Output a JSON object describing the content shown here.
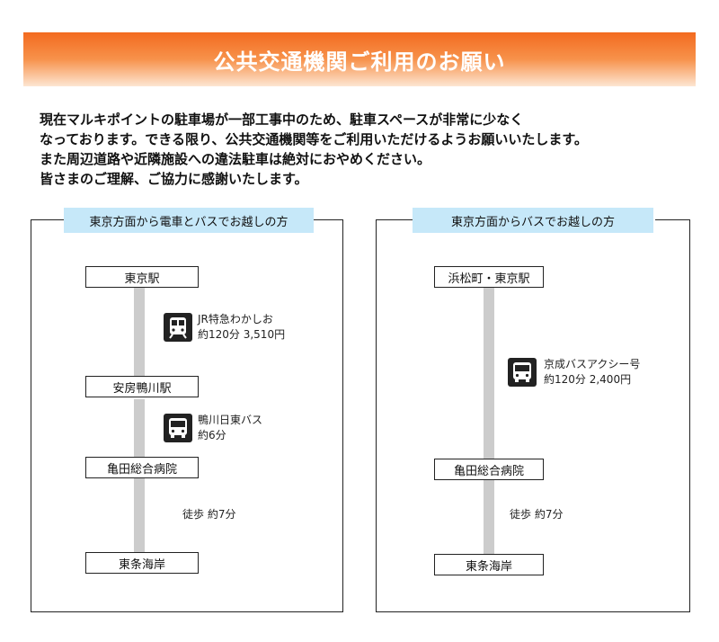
{
  "header": {
    "title": "公共交通機関ご利用のお願い"
  },
  "intro": {
    "lines": [
      "現在マルキポイントの駐車場が一部工事中のため、駐車スペースが非常に少なく",
      "なっております。できる限り、公共交通機関等をご利用いただけるようお願いいたします。",
      "また周辺道路や近隣施設への違法駐車は絶対におやめください。",
      "皆さまのご理解、ご協力に感謝いたします。"
    ]
  },
  "routes": [
    {
      "tag": "東京方面から電車とバスでお越しの方",
      "stations": [
        "東京駅",
        "安房鴨川駅",
        "亀田総合病院",
        "東条海岸"
      ],
      "segments": [
        {
          "icon": "train-icon",
          "line1": "JR特急わかしお",
          "line2": "約120分 3,510円"
        },
        {
          "icon": "bus-icon",
          "line1": "鴨川日東バス",
          "line2": "約6分"
        },
        {
          "icon": "",
          "line1": "徒歩 約7分",
          "line2": ""
        }
      ]
    },
    {
      "tag": "東京方面からバスでお越しの方",
      "stations": [
        "浜松町・東京駅",
        "亀田総合病院",
        "東条海岸"
      ],
      "segments": [
        {
          "icon": "bus-icon",
          "line1": "京成バスアクシー号",
          "line2": "約120分 2,400円"
        },
        {
          "icon": "",
          "line1": "徒歩 約7分",
          "line2": ""
        }
      ]
    }
  ]
}
